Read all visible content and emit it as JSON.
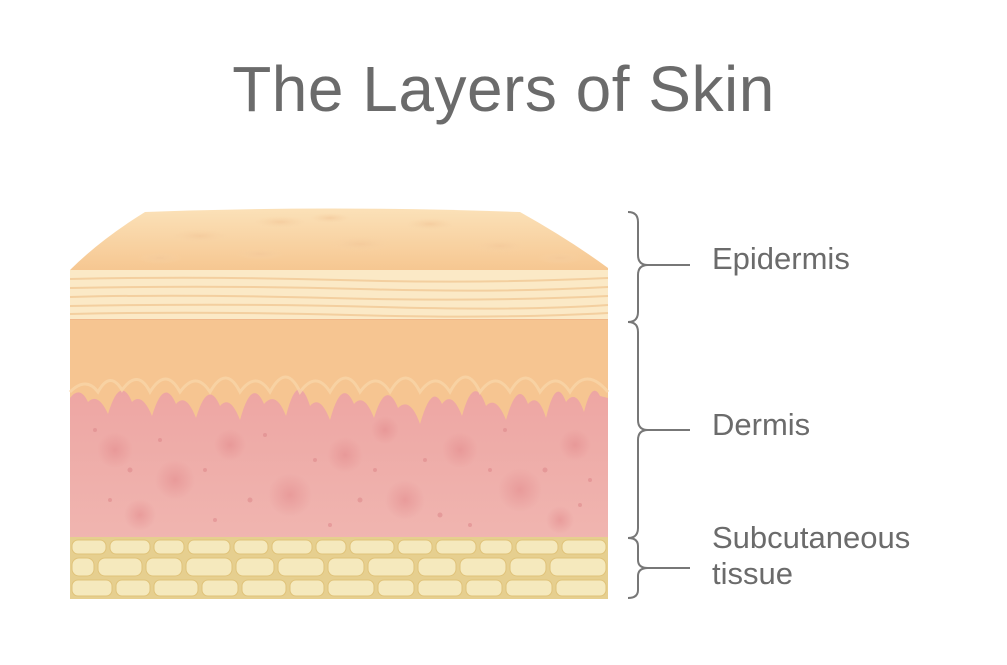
{
  "title": "The Layers of Skin",
  "layers": [
    {
      "id": "epidermis",
      "label": "Epidermis"
    },
    {
      "id": "dermis",
      "label": "Dermis"
    },
    {
      "id": "subcutaneous",
      "label_line1": "Subcutaneous",
      "label_line2": "tissue"
    }
  ],
  "colors": {
    "text": "#6b6b6b",
    "epidermis_top": "#f6cc99",
    "epidermis_stripes": "#fbe7c4",
    "dermis_upper": "#f5c08e",
    "dermis_lower": "#eaa3a0",
    "fat_cells": "#f2e3b0",
    "bracket": "#777777"
  }
}
